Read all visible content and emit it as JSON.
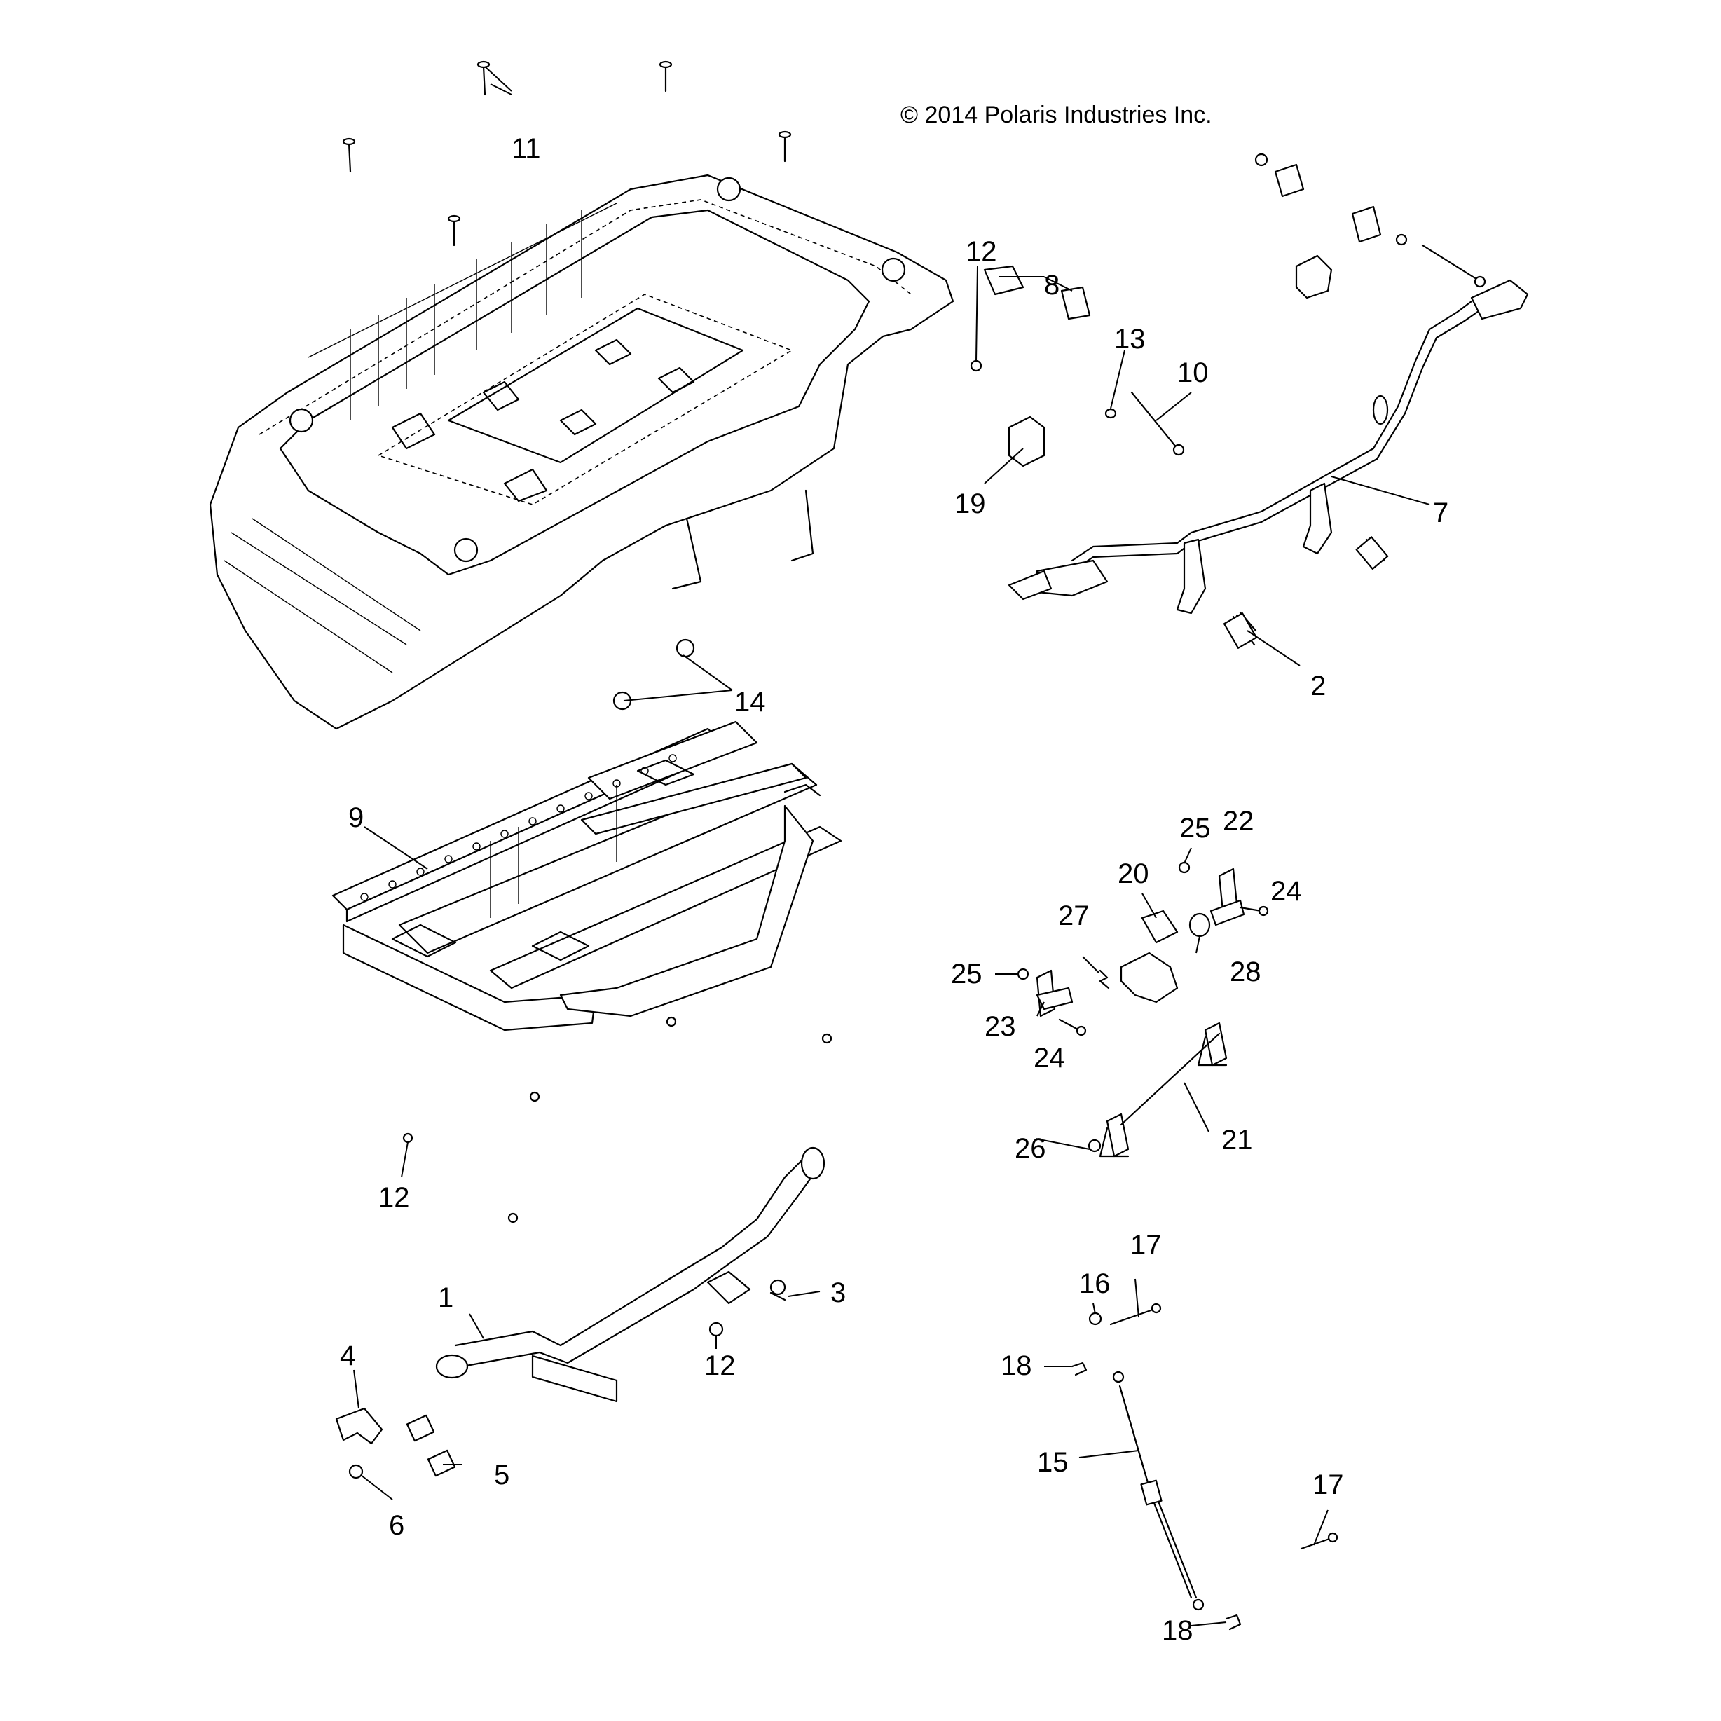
{
  "copyright": "© 2014 Polaris Industries Inc.",
  "callouts": {
    "c1": "1",
    "c2": "2",
    "c3": "3",
    "c4": "4",
    "c5": "5",
    "c6": "6",
    "c7": "7",
    "c8": "8",
    "c9": "9",
    "c10": "10",
    "c11": "11",
    "c12a": "12",
    "c12b": "12",
    "c12c": "12",
    "c13": "13",
    "c14": "14",
    "c15": "15",
    "c16": "16",
    "c17a": "17",
    "c17b": "17",
    "c18a": "18",
    "c18b": "18",
    "c19": "19",
    "c20": "20",
    "c21": "21",
    "c22": "22",
    "c23": "23",
    "c24a": "24",
    "c24b": "24",
    "c25a": "25",
    "c25b": "25",
    "c26": "26",
    "c27": "27",
    "c28": "28"
  }
}
